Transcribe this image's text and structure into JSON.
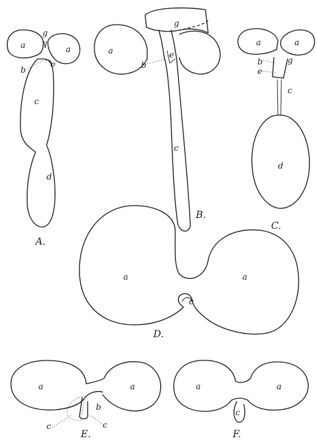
{
  "figures": {
    "A": {
      "caption": "A.",
      "labels": {
        "a1": "a",
        "a2": "a",
        "g": "g",
        "b": "b",
        "e": "e",
        "c": "c",
        "d": "d"
      }
    },
    "B": {
      "caption": "B.",
      "labels": {
        "a1": "a",
        "g": "g",
        "b": "b",
        "e": "e",
        "c": "c"
      }
    },
    "C": {
      "caption": "C.",
      "labels": {
        "a1": "a",
        "a2": "a",
        "b": "b",
        "g": "g",
        "e": "e",
        "c": "c",
        "d": "d"
      }
    },
    "D": {
      "caption": "D.",
      "labels": {
        "a1": "a",
        "a2": "a",
        "c": "c"
      }
    },
    "E": {
      "caption": "E.",
      "labels": {
        "a1": "a",
        "a2": "a",
        "b": "b",
        "c1": "c",
        "c2": "c"
      }
    },
    "F": {
      "caption": "F.",
      "labels": {
        "a1": "a",
        "a2": "a",
        "c": "c"
      }
    }
  }
}
